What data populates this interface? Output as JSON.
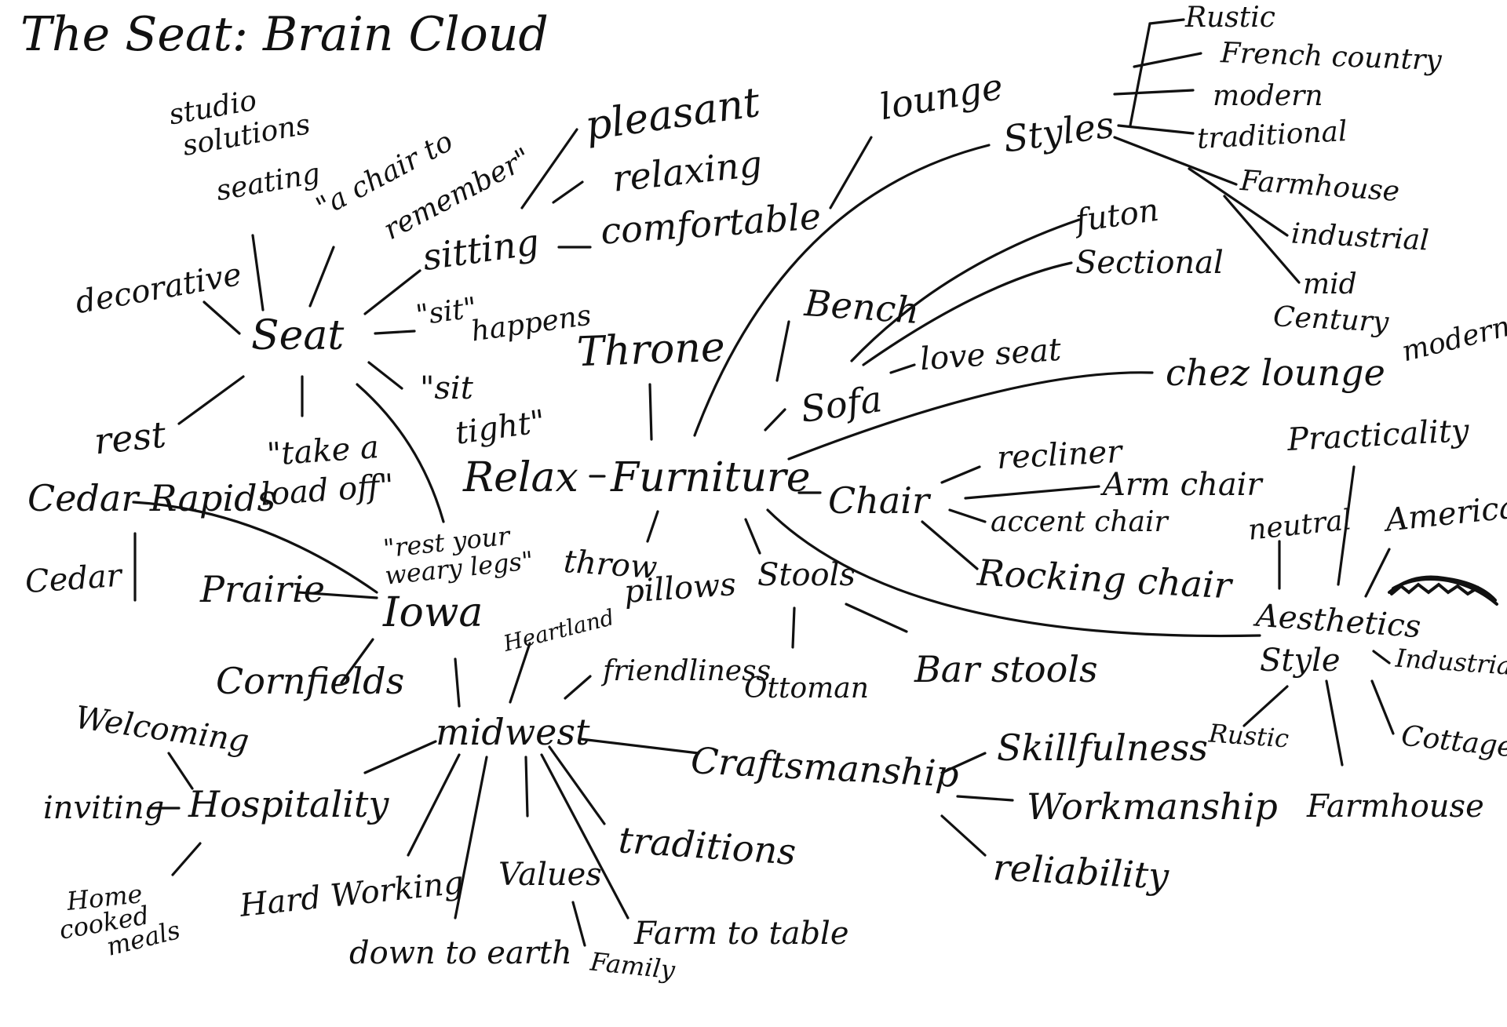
{
  "title": "The Seat: Brain Cloud",
  "words": {
    "seat": "Seat",
    "studio": "studio",
    "solutions": "solutions",
    "seating": "seating",
    "chair_to": "\"a chair to",
    "remember": "remember\"",
    "decorative": "decorative",
    "sitting": "sitting",
    "pleasant": "pleasant",
    "relaxing": "relaxing",
    "comfortable": "comfortable",
    "sit_happens_1": "\"sit\"",
    "sit_happens_2": "happens",
    "sit_tight_1": "\"sit",
    "sit_tight_2": "tight\"",
    "rest": "rest",
    "take_load_1": "\"take a",
    "take_load_2": "load off\"",
    "rest_legs_1": "\"rest your",
    "rest_legs_2": "weary legs\"",
    "cedar_rapids": "Cedar Rapids",
    "cedar": "Cedar",
    "prairie": "Prairie",
    "iowa": "Iowa",
    "cornfields": "Cornfields",
    "relax": "Relax",
    "furniture": "Furniture",
    "throne": "Throne",
    "throw": "throw",
    "pillows": "pillows",
    "stools": "Stools",
    "bar_stools": "Bar stools",
    "heartland": "Heartland",
    "friendliness": "friendliness",
    "ottoman": "Ottoman",
    "midwest": "midwest",
    "welcoming": "Welcoming",
    "inviting": "inviting",
    "hospitality": "Hospitality",
    "home": "Home",
    "cooked": "cooked",
    "meals": "meals",
    "hard_working": "Hard Working",
    "down_to_earth": "down to earth",
    "values": "Values",
    "family": "Family",
    "farm_to_table": "Farm to table",
    "traditions": "traditions",
    "craftsmanship": "Craftsmanship",
    "skillfulness": "Skillfulness",
    "workmanship": "Workmanship",
    "reliability": "reliability",
    "lounge": "lounge",
    "styles": "Styles",
    "rustic_top": "Rustic",
    "french_country": "French country",
    "modern_top": "modern",
    "traditional": "traditional",
    "farmhouse_top": "Farmhouse",
    "industrial_top": "industrial",
    "mid": "mid",
    "century": "Century",
    "modern_mid": "modern",
    "bench": "Bench",
    "futon": "futon",
    "sectional": "Sectional",
    "sofa": "Sofa",
    "love_seat": "love seat",
    "chez_lounge": "chez lounge",
    "chair": "Chair",
    "recliner": "recliner",
    "arm_chair": "Arm chair",
    "accent_chair": "accent chair",
    "rocking_chair": "Rocking chair",
    "practicality": "Practicality",
    "neutral": "neutral",
    "america": "America",
    "aesthetics": "Aesthetics",
    "style": "Style",
    "industrial_bottom": "Industrial",
    "rustic_bottom": "Rustic",
    "cottage": "Cottage",
    "farmhouse_bottom": "Farmhouse"
  }
}
